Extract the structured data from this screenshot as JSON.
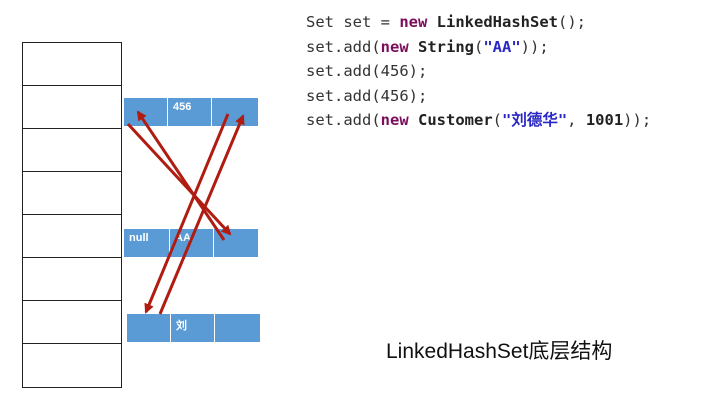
{
  "table": {
    "rows": 8
  },
  "nodes": {
    "node_456": {
      "prev": "",
      "value": "456",
      "next": ""
    },
    "node_aa": {
      "prev": "null",
      "value": "AA",
      "next": ""
    },
    "node_liu": {
      "prev": "",
      "value": "刘",
      "next": ""
    }
  },
  "code": {
    "line1": {
      "a": "Set ",
      "b": "set",
      "c": " = ",
      "kw": "new",
      "d": " ",
      "cls": "LinkedHashSet",
      "e": "();"
    },
    "line2": {
      "a": "set.add(",
      "kw": "new",
      "b": " ",
      "cls": "String",
      "c": "(",
      "str": "\"AA\"",
      "d": "));"
    },
    "line3": "set.add(456);",
    "line4": "set.add(456);",
    "line5": {
      "a": "set.add(",
      "kw": "new",
      "b": " ",
      "cls": "Customer",
      "c": "(",
      "str": "\"刘德华\"",
      "d": ", ",
      "num": "1001",
      "e": "));"
    }
  },
  "caption": "LinkedHashSet底层结构",
  "colors": {
    "node_fill": "#5b9bd5",
    "arrow": "#b01c12"
  }
}
